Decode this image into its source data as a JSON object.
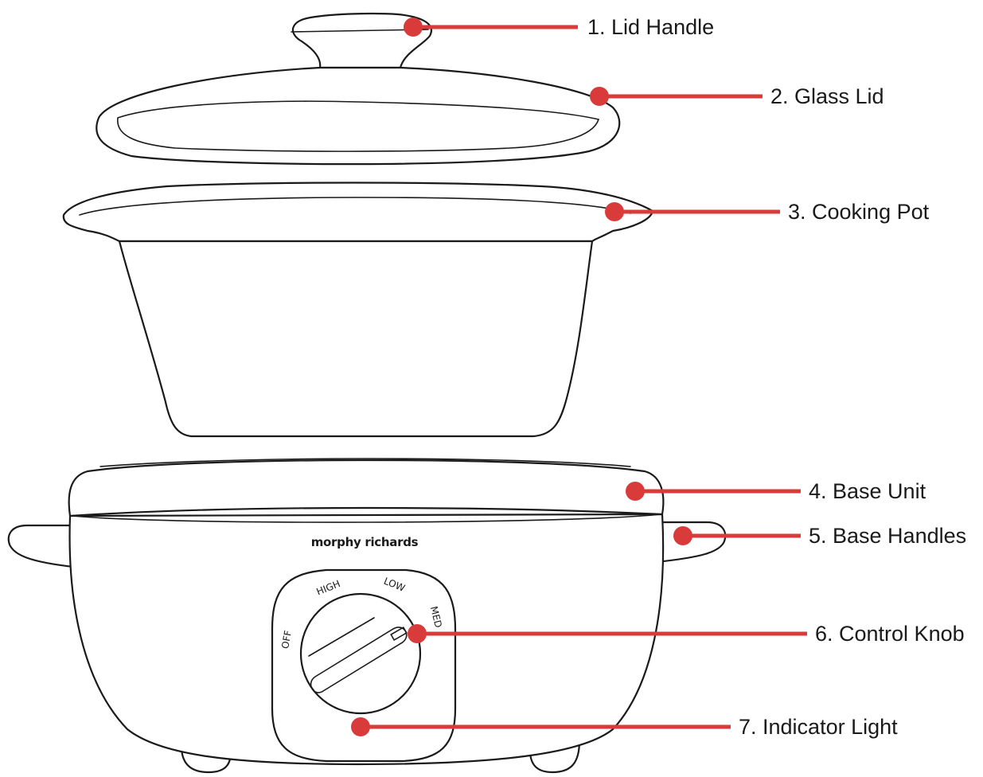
{
  "brand": "morphy richards",
  "dial": {
    "off": "OFF",
    "high": "HIGH",
    "low": "LOW",
    "med": "MED"
  },
  "callouts": [
    {
      "label": "1. Lid Handle"
    },
    {
      "label": "2. Glass Lid"
    },
    {
      "label": "3. Cooking Pot"
    },
    {
      "label": "4. Base Unit"
    },
    {
      "label": "5. Base Handles"
    },
    {
      "label": "6. Control Knob"
    },
    {
      "label": "7. Indicator Light"
    }
  ],
  "colors": {
    "accent": "#d93b3b",
    "outline": "#1a1a1a",
    "background": "#ffffff"
  }
}
